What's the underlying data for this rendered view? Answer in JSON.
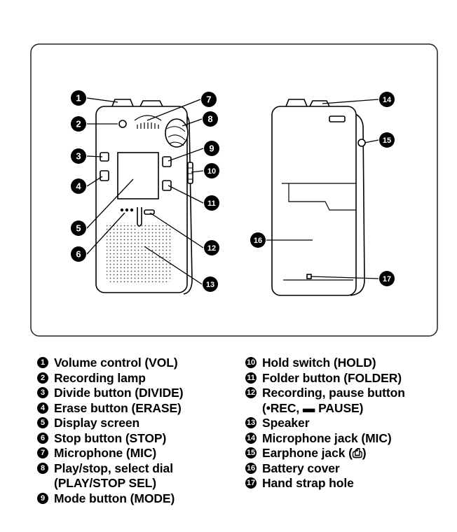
{
  "callouts": [
    "1",
    "2",
    "3",
    "4",
    "5",
    "6",
    "7",
    "8",
    "9",
    "10",
    "11",
    "12",
    "13",
    "14",
    "15",
    "16",
    "17"
  ],
  "legend_left": [
    {
      "num": "1",
      "text": "Volume control (VOL)"
    },
    {
      "num": "2",
      "text": "Recording lamp"
    },
    {
      "num": "3",
      "text": "Divide button (DIVIDE)"
    },
    {
      "num": "4",
      "text": "Erase button (ERASE)"
    },
    {
      "num": "5",
      "text": "Display screen"
    },
    {
      "num": "6",
      "text": "Stop button (STOP)"
    },
    {
      "num": "7",
      "text": "Microphone (MIC)"
    },
    {
      "num": "8",
      "text": "Play/stop, select dial\n(PLAY/STOP SEL)"
    },
    {
      "num": "9",
      "text": "Mode button (MODE)"
    }
  ],
  "legend_right": [
    {
      "num": "10",
      "text": "Hold switch (HOLD)"
    },
    {
      "num": "11",
      "text": "Folder button (FOLDER)"
    },
    {
      "num": "12",
      "text": "Recording, pause button\n(•REC,  ▬ PAUSE)"
    },
    {
      "num": "13",
      "text": "Speaker"
    },
    {
      "num": "14",
      "text": "Microphone jack (MIC)"
    },
    {
      "num": "15",
      "text": "Earphone jack (⎙)"
    },
    {
      "num": "16",
      "text": "Battery cover"
    },
    {
      "num": "17",
      "text": "Hand strap hole"
    }
  ]
}
